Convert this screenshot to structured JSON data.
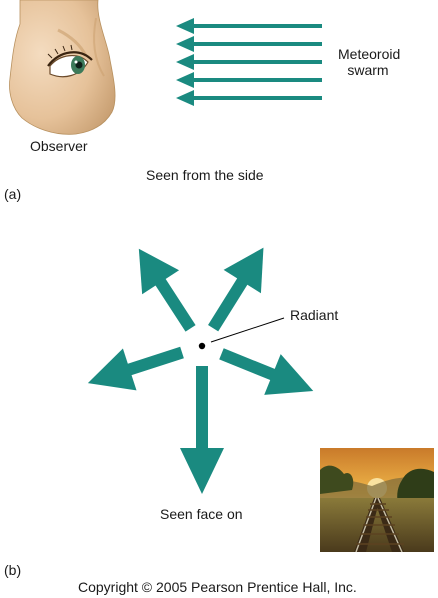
{
  "panel_a": {
    "label": "(a)",
    "observer_label": "Observer",
    "meteoroid_label": "Meteoroid swarm",
    "caption": "Seen from the side",
    "arrow_count": 5,
    "colors": {
      "arrow": "#1a8a80",
      "skin": "#e8c9a0",
      "iris": "#3d7a5a"
    }
  },
  "panel_b": {
    "label": "(b)",
    "radiant_label": "Radiant",
    "caption": "Seen face on",
    "arrow_count": 5,
    "colors": {
      "arrow": "#1a8a80",
      "radiant_dot": "#000000"
    },
    "inset_image": "railroad-tracks-perspective-sunset"
  },
  "footer": {
    "copyright": "Copyright © 2005 Pearson Prentice Hall, Inc."
  }
}
